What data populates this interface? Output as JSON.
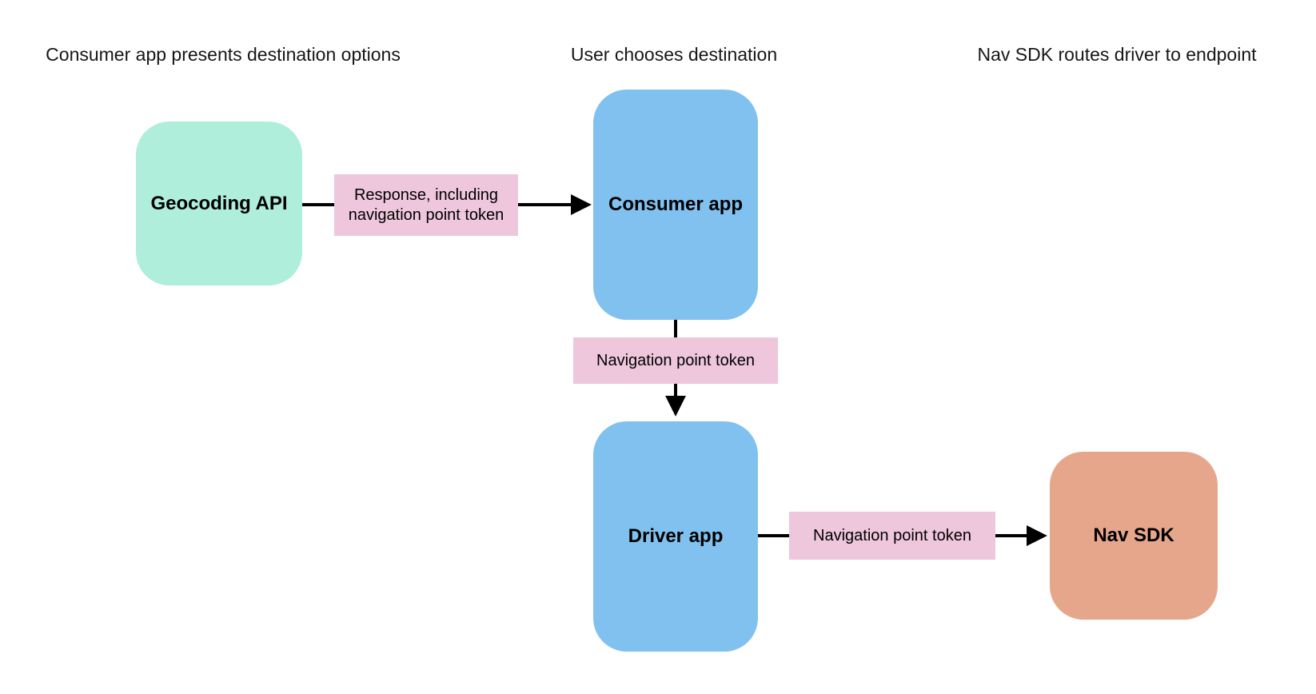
{
  "diagram": {
    "headers": [
      {
        "label": "Consumer app presents destination options"
      },
      {
        "label": "User chooses destination"
      },
      {
        "label": "Nav SDK routes driver to endpoint"
      }
    ],
    "nodes": {
      "geocoding_api": {
        "label": "Geocoding API",
        "color": "#aeeeda"
      },
      "consumer_app": {
        "label": "Consumer app",
        "color": "#81c1f0"
      },
      "driver_app": {
        "label": "Driver app",
        "color": "#81c1f0"
      },
      "nav_sdk": {
        "label": "Nav SDK",
        "color": "#e6a68c"
      }
    },
    "edges": [
      {
        "from": "Geocoding API",
        "to": "Consumer app",
        "label": "Response, including navigation point token"
      },
      {
        "from": "Consumer app",
        "to": "Driver app",
        "label": "Navigation point token"
      },
      {
        "from": "Driver app",
        "to": "Nav SDK",
        "label": "Navigation point token"
      }
    ],
    "edge_label_background": "#eec7dc",
    "arrow_color": "#000000",
    "background": "#ffffff"
  }
}
